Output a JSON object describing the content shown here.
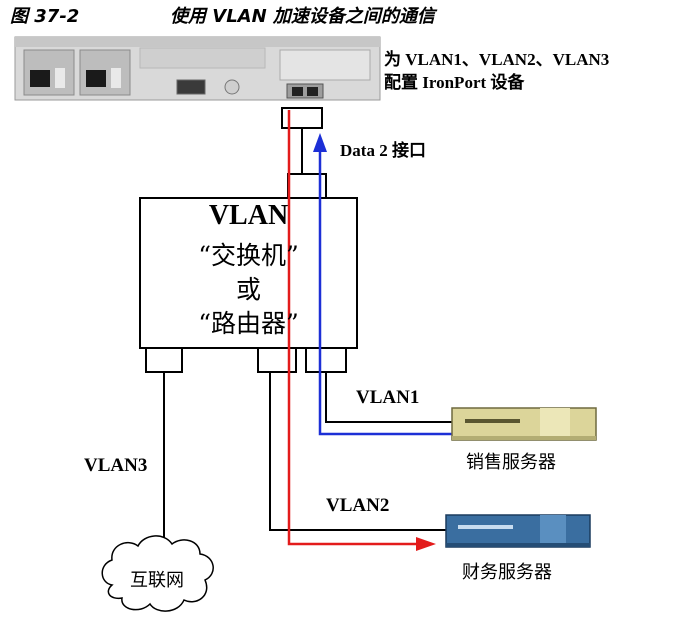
{
  "figure": {
    "number": "图 37-2",
    "title": "使用 VLAN 加速设备之间的通信"
  },
  "appliance": {
    "caption_line1": "为 VLAN1、VLAN2、VLAN3",
    "caption_line2": "配置 IronPort 设备"
  },
  "port_label": "Data 2 接口",
  "switch": {
    "title": "VLAN",
    "line2": "“交换机”",
    "line3": "或",
    "line4": "“路由器”"
  },
  "vlans": {
    "vlan1": "VLAN1",
    "vlan2": "VLAN2",
    "vlan3": "VLAN3"
  },
  "servers": {
    "sales": "销售服务器",
    "finance": "财务服务器"
  },
  "cloud": {
    "label": "互联网"
  },
  "colors": {
    "red_path": "#e31b1b",
    "blue_path": "#1c2fd6",
    "sales_server": "#dcd59a",
    "finance_server": "#3a6ea0"
  }
}
